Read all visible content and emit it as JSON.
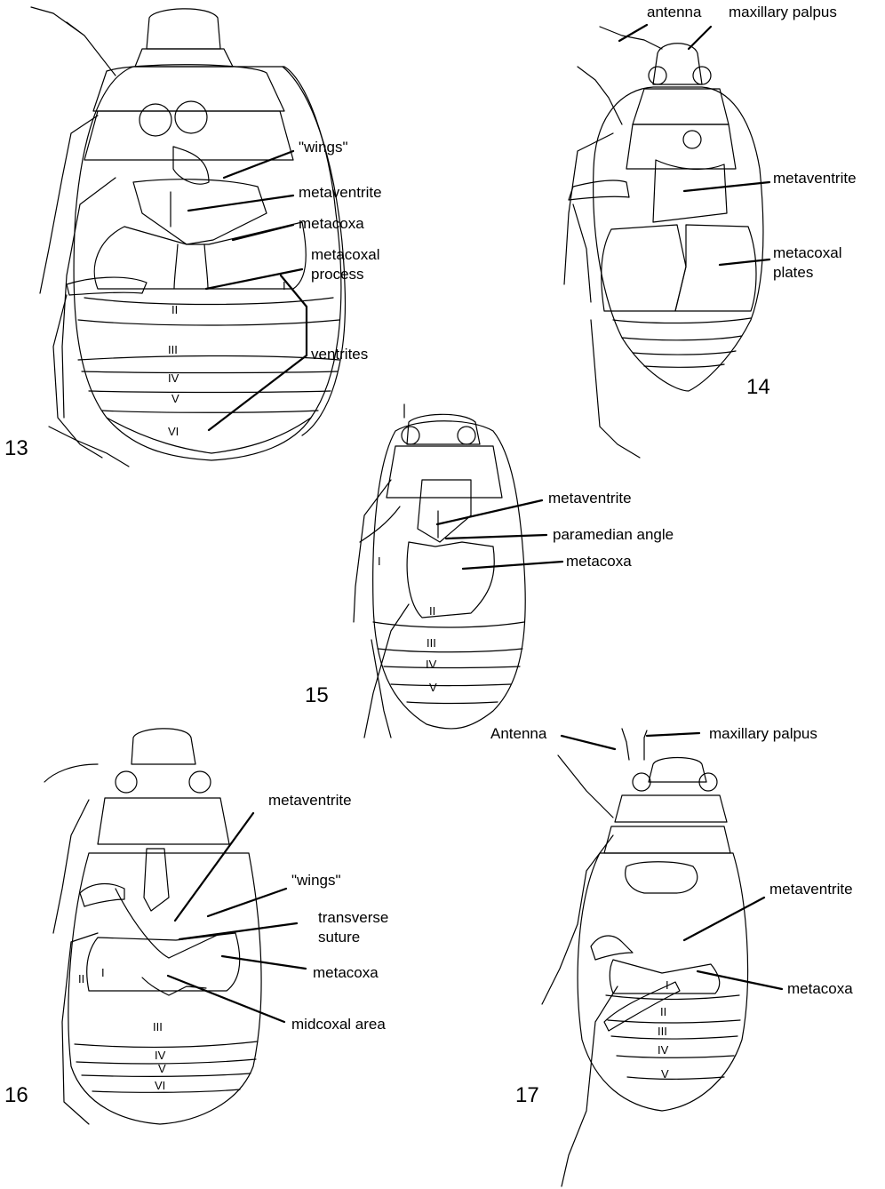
{
  "figures": [
    {
      "number": "13",
      "labels": [
        "\"wings\"",
        "metaventrite",
        "metacoxa",
        "metacoxal",
        "process",
        "ventrites"
      ],
      "segments": [
        "I",
        "II",
        "III",
        "IV",
        "V",
        "VI"
      ]
    },
    {
      "number": "14",
      "labels": [
        "antenna",
        "maxillary palpus",
        "metaventrite",
        "metacoxal",
        "plates"
      ]
    },
    {
      "number": "15",
      "labels": [
        "metaventrite",
        "paramedian angle",
        "metacoxa"
      ],
      "segments": [
        "I",
        "II",
        "III",
        "IV",
        "V"
      ]
    },
    {
      "number": "16",
      "labels": [
        "metaventrite",
        "\"wings\"",
        "transverse",
        "suture",
        "metacoxa",
        "midcoxal area"
      ],
      "segments": [
        "I",
        "II",
        "III",
        "IV",
        "V",
        "VI"
      ]
    },
    {
      "number": "17",
      "labels": [
        "Antenna",
        "maxillary palpus",
        "metaventrite",
        "metacoxa"
      ],
      "segments": [
        "I",
        "II",
        "III",
        "IV",
        "V"
      ]
    }
  ]
}
